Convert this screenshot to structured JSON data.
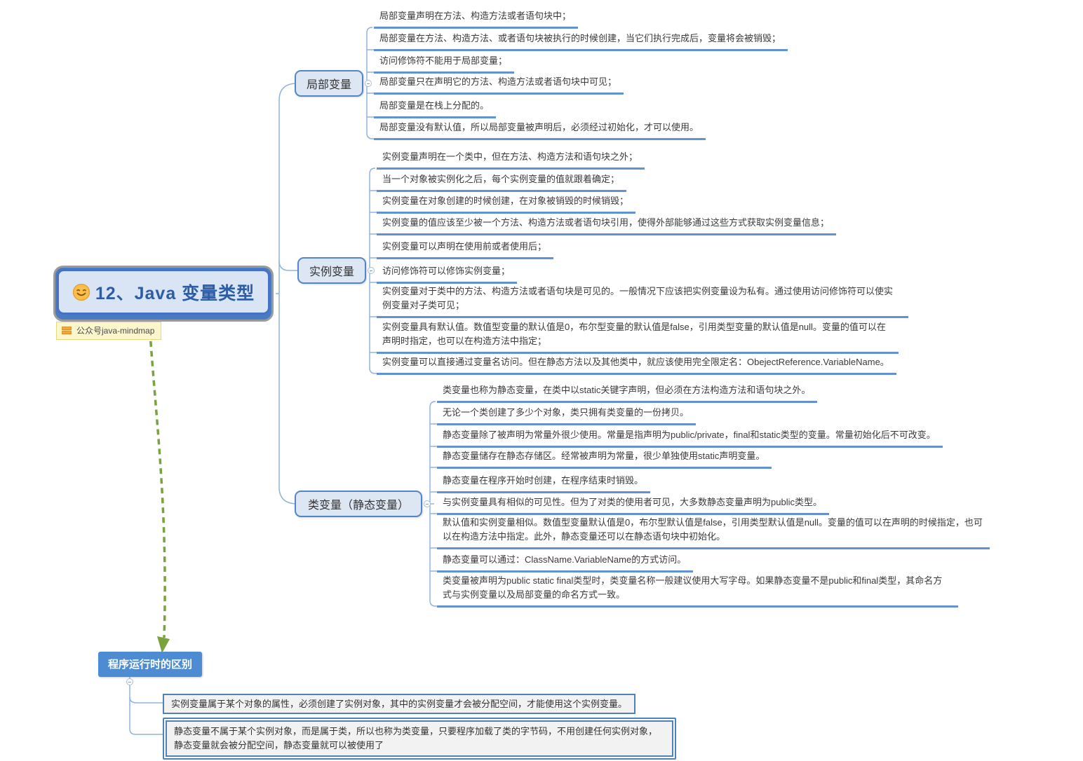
{
  "root": {
    "title": "12、Java 变量类型",
    "icon": "smiley-face-icon",
    "note": "公众号java-mindmap"
  },
  "branches": [
    {
      "label": "局部变量",
      "leaves": [
        "局部变量声明在方法、构造方法或者语句块中；",
        "局部变量在方法、构造方法、或者语句块被执行的时候创建，当它们执行完成后，变量将会被销毁；",
        "访问修饰符不能用于局部变量；",
        "局部变量只在声明它的方法、构造方法或者语句块中可见；",
        "局部变量是在栈上分配的。",
        "局部变量没有默认值，所以局部变量被声明后，必须经过初始化，才可以使用。"
      ]
    },
    {
      "label": "实例变量",
      "leaves": [
        "实例变量声明在一个类中，但在方法、构造方法和语句块之外；",
        "当一个对象被实例化之后，每个实例变量的值就跟着确定；",
        "实例变量在对象创建的时候创建，在对象被销毁的时候销毁；",
        "实例变量的值应该至少被一个方法、构造方法或者语句块引用，使得外部能够通过这些方式获取实例变量信息；",
        "实例变量可以声明在使用前或者使用后；",
        "访问修饰符可以修饰实例变量；",
        "实例变量对于类中的方法、构造方法或者语句块是可见的。一般情况下应该把实例变量设为私有。通过使用访问修饰符可以使实例变量对子类可见；",
        "实例变量具有默认值。数值型变量的默认值是0，布尔型变量的默认值是false，引用类型变量的默认值是null。变量的值可以在声明时指定，也可以在构造方法中指定；",
        "实例变量可以直接通过变量名访问。但在静态方法以及其他类中，就应该使用完全限定名：ObejectReference.VariableName。"
      ]
    },
    {
      "label": "类变量（静态变量）",
      "leaves": [
        "类变量也称为静态变量，在类中以static关键字声明，但必须在方法构造方法和语句块之外。",
        "无论一个类创建了多少个对象，类只拥有类变量的一份拷贝。",
        "静态变量除了被声明为常量外很少使用。常量是指声明为public/private，final和static类型的变量。常量初始化后不可改变。",
        "静态变量储存在静态存储区。经常被声明为常量，很少单独使用static声明变量。",
        "静态变量在程序开始时创建，在程序结束时销毁。",
        "与实例变量具有相似的可见性。但为了对类的使用者可见，大多数静态变量声明为public类型。",
        "默认值和实例变量相似。数值型变量默认值是0，布尔型默认值是false，引用类型默认值是null。变量的值可以在声明的时候指定，也可以在构造方法中指定。此外，静态变量还可以在静态语句块中初始化。",
        "静态变量可以通过：ClassName.VariableName的方式访问。",
        "类变量被声明为public static final类型时，类变量名称一般建议使用大写字母。如果静态变量不是public和final类型，其命名方式与实例变量以及局部变量的命名方式一致。"
      ]
    }
  ],
  "bottom": {
    "title": "程序运行时的区别",
    "children": [
      "实例变量属于某个对象的属性，必须创建了实例对象，其中的实例变量才会被分配空间，才能使用这个实例变量。",
      "静态变量不属于某个实例对象，而是属于类，所以也称为类变量，只要程序加载了类的字节码，不用创建任何实例对象，静态变量就会被分配空间，静态变量就可以被使用了"
    ]
  },
  "colors": {
    "accent_border": "#4472c4",
    "branch_fill": "#dde6f3",
    "leaf_underline": "#6292d4",
    "connector": "#8fb3de",
    "bottom_node_fill": "#4d8cd2",
    "note_fill": "#fcf6cd",
    "relationship_arrow": "#7aa23d"
  }
}
